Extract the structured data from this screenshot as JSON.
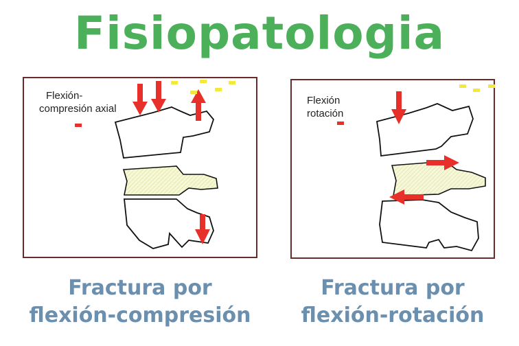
{
  "title": "Fisiopatologia",
  "panels": [
    {
      "label_line1": "Flexión-",
      "label_line2": "compresión axial",
      "caption_line1": "Fractura por",
      "caption_line2": "flexión-compresión"
    },
    {
      "label_line1": "Flexión",
      "label_line2": "rotación",
      "caption_line1": "Fractura por",
      "caption_line2": "flexión-rotación"
    }
  ],
  "colors": {
    "title": "#4caf5a",
    "caption": "#6b8fae",
    "arrow": "#e8302a",
    "disc_fill": "#f6f8d8",
    "frame": "#6b2a2a"
  }
}
